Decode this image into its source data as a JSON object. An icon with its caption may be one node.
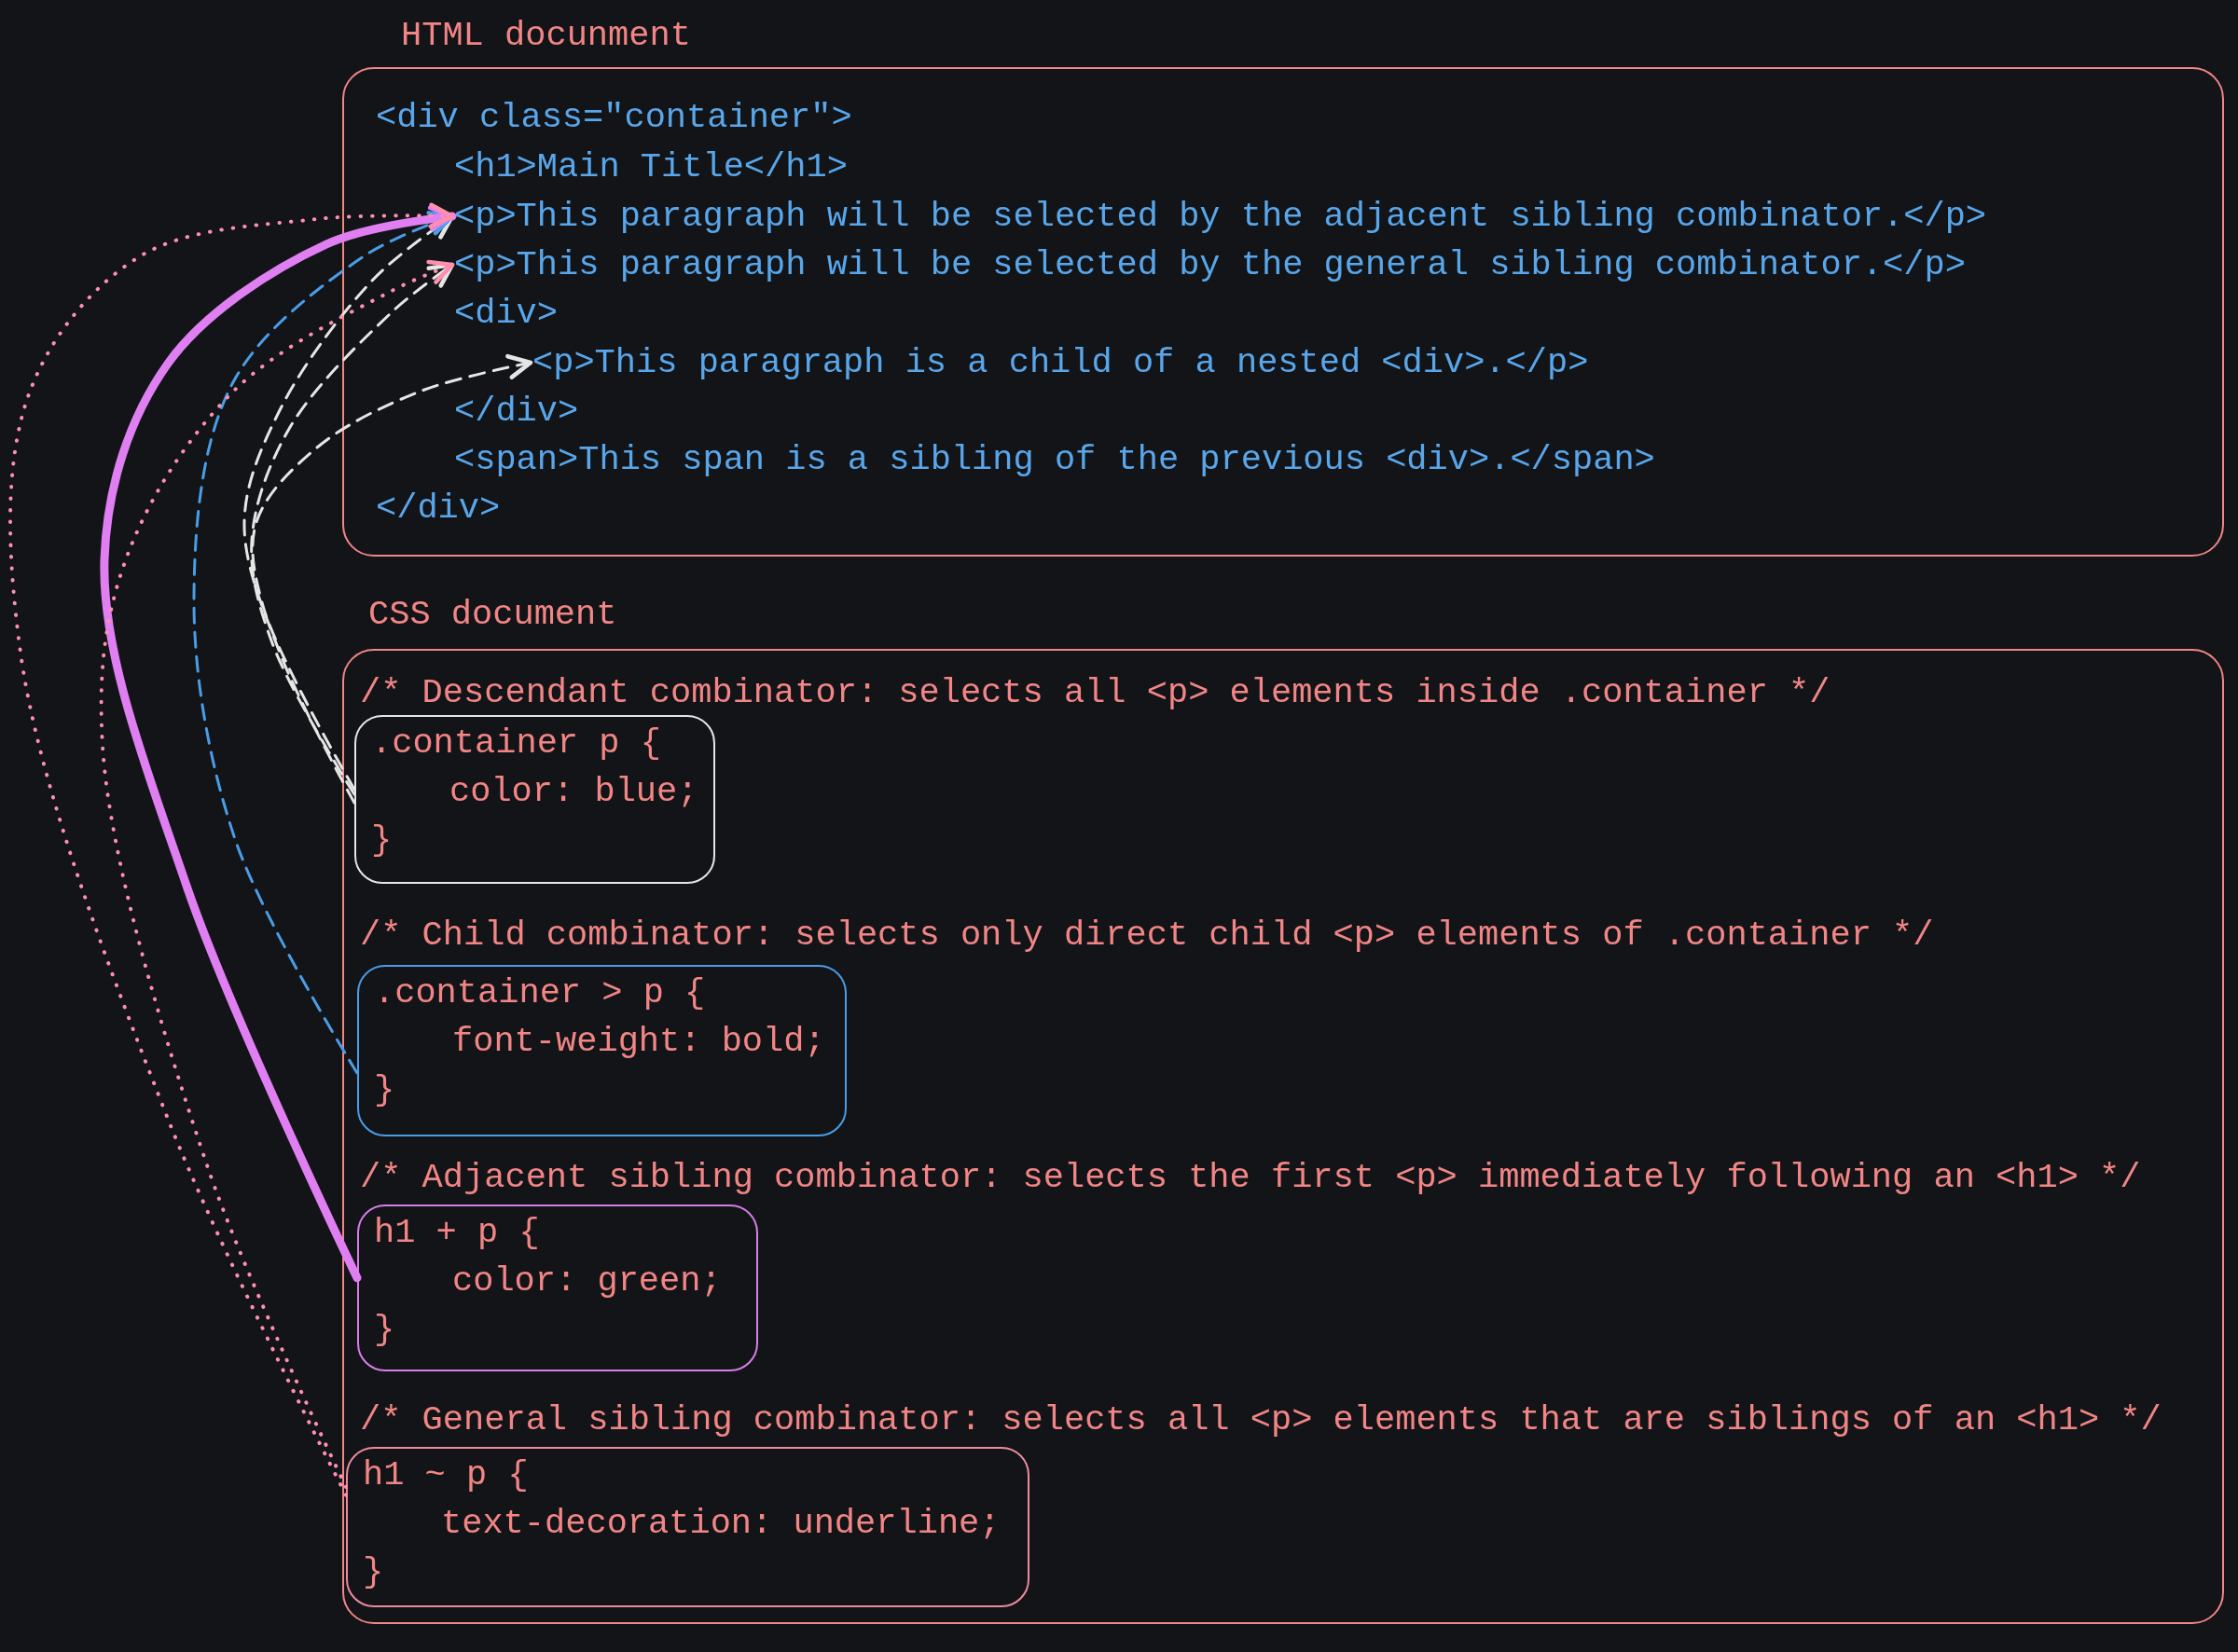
{
  "diagram": {
    "nodes": [
      {
        "text": [
          "HTML docunment"
        ]
      },
      {
        "text": [
          "<div class=\"container\">"
        ],
        "in": 0
      },
      {
        "text": [
          "<h1>Main Title</h1>"
        ],
        "in": 0
      },
      {
        "text": [
          "<p>This paragraph will be selected by the adjacent sibling combinator.</p>"
        ],
        "in": 0
      },
      {
        "text": [
          "<p>This paragraph will be selected by the general sibling combinator.</p>"
        ],
        "in": 0
      },
      {
        "text": [
          "<div>"
        ],
        "in": 0
      },
      {
        "text": [
          "<p>This paragraph is a child of a nested <div>.</p>"
        ],
        "in": 0
      },
      {
        "text": [
          "</div>"
        ],
        "in": 0
      },
      {
        "text": [
          "<span>This span is a sibling of the previous <div>.</span>"
        ],
        "in": 0
      },
      {
        "text": [
          "</div>"
        ],
        "in": 0
      },
      {
        "text": [
          "CSS document"
        ]
      },
      {
        "text": [
          ".container p {",
          "color: blue;",
          "}"
        ],
        "in": 10,
        "beside": [
          "/* Descendant combinator: selects all <p> elements inside .container */"
        ]
      },
      {
        "text": [
          ".container > p {",
          "font-weight: bold;",
          "}"
        ],
        "in": 10,
        "beside": [
          "/* Child combinator: selects only direct child <p> elements of .container */"
        ]
      },
      {
        "text": [
          "h1 + p {",
          "color: green;",
          "}"
        ],
        "in": 10,
        "beside": [
          "/* Adjacent sibling combinator: selects the first <p> immediately following an <h1> */"
        ]
      },
      {
        "text": [
          "h1 ~ p {",
          "text-decoration: underline;",
          "}"
        ],
        "in": 10,
        "beside": [
          "/* General sibling combinator: selects all <p> elements that are siblings of an <h1> */"
        ]
      }
    ],
    "edges": [
      {
        "from": 11,
        "to": 3,
        "arrow": "to",
        "style": "dashed",
        "color": "#e6e6e6"
      },
      {
        "from": 11,
        "to": 4,
        "arrow": "to",
        "style": "dashed",
        "color": "#e6e6e6"
      },
      {
        "from": 11,
        "to": 6,
        "arrow": "to",
        "style": "dashed",
        "color": "#e6e6e6"
      },
      {
        "from": 12,
        "to": 3,
        "arrow": "to",
        "style": "dashed",
        "color": "#4a9de6"
      },
      {
        "from": 13,
        "to": 3,
        "arrow": "to",
        "style": "thick",
        "color": "#e07ff2"
      },
      {
        "from": 14,
        "to": 3,
        "arrow": "to",
        "style": "dashed",
        "color": "#ff8fae"
      },
      {
        "from": 14,
        "to": 4,
        "arrow": "to",
        "style": "dashed",
        "color": "#ff8fae"
      }
    ]
  }
}
